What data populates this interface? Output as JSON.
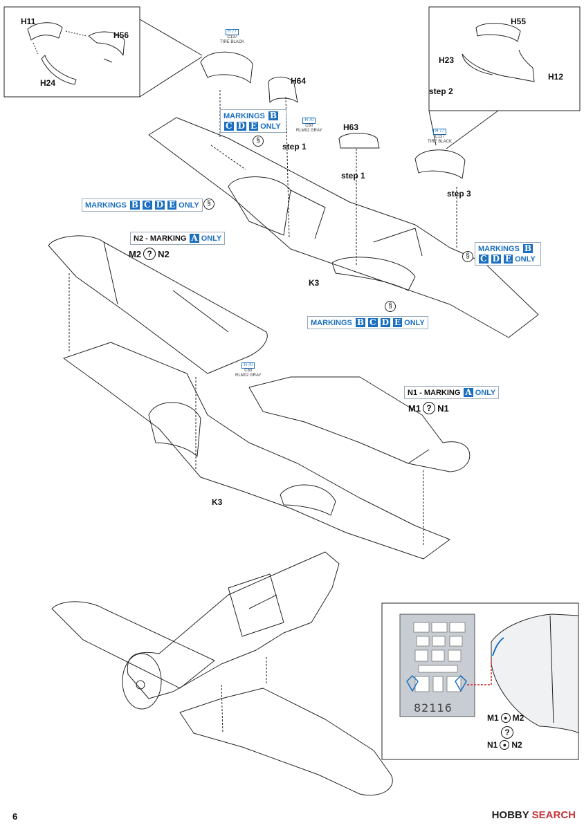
{
  "page": {
    "number": "6"
  },
  "watermark": {
    "brand": "HOBBY",
    "suffix": "SEARCH"
  },
  "inset_top_left": {
    "parts": [
      "H11",
      "H56",
      "H24"
    ]
  },
  "inset_top_right": {
    "parts": [
      "H55",
      "H23",
      "H12"
    ]
  },
  "part_labels": {
    "h64": "H64",
    "h63": "H63",
    "k3_upper": "K3",
    "k3_lower": "K3"
  },
  "steps": {
    "step1_a": "step 1",
    "step1_b": "step 1",
    "step2": "step 2",
    "step3": "step 3"
  },
  "paint_callouts": [
    {
      "code": "H 77",
      "num": "C137",
      "name": "TIRE BLACK"
    },
    {
      "code": "H 70",
      "num": "C60",
      "name": "RLM02 GRAY"
    },
    {
      "code": "H 77",
      "num": "C137",
      "name": "TIRE BLACK"
    },
    {
      "code": "H 70",
      "num": "C60",
      "name": "RLM02 GRAY"
    }
  ],
  "marking_tags": {
    "bcde_upper": {
      "prefix": "MARKINGS",
      "letters": [
        "B",
        "C",
        "D",
        "E"
      ],
      "suffix": "ONLY"
    },
    "bcde_left": {
      "prefix": "MARKINGS",
      "letters": [
        "B",
        "C",
        "D",
        "E"
      ],
      "suffix": "ONLY"
    },
    "bcde_right": {
      "prefix": "MARKINGS",
      "letters": [
        "B",
        "C",
        "D",
        "E"
      ],
      "suffix": "ONLY"
    },
    "bcde_bottom": {
      "prefix": "MARKINGS",
      "letters": [
        "B",
        "C",
        "D",
        "E"
      ],
      "suffix": "ONLY"
    },
    "n2": {
      "prefix": "N2 - MARKING",
      "letters": [
        "A"
      ],
      "suffix": "ONLY"
    },
    "n1": {
      "prefix": "N1 - MARKING",
      "letters": [
        "A"
      ],
      "suffix": "ONLY"
    }
  },
  "choices": {
    "m2n2": {
      "a": "M2",
      "q": "?",
      "b": "N2"
    },
    "m1n1": {
      "a": "M1",
      "q": "?",
      "b": "N1"
    }
  },
  "photo_etch": {
    "number": "82116"
  },
  "mask_choice": {
    "a1": "M1",
    "b1": "M2",
    "q": "?",
    "a2": "N1",
    "b2": "N2"
  },
  "colors": {
    "accent": "#1a6fc0",
    "line": "#222222",
    "mask": "#c8cdd3",
    "leader": "#cc2222"
  }
}
